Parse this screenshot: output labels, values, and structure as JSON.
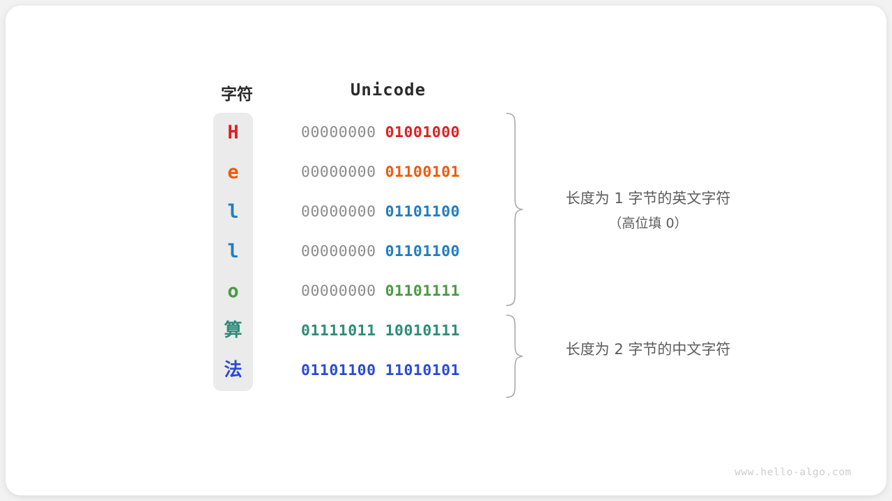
{
  "headers": {
    "character": "字符",
    "unicode": "Unicode"
  },
  "colors": {
    "red": "#e02020",
    "orange": "#ec5b10",
    "blue": "#1f7dc4",
    "green": "#4a9a44",
    "teal": "#2e8b7a",
    "royal_blue": "#2a4bd6",
    "gray_prefix": "#8b8b8b",
    "cell_background": "#ebebeb",
    "annotation": "#5c5c5c",
    "card_background": "#ffffff",
    "page_background": "#f2f2f2",
    "watermark": "#cdcdcd"
  },
  "rows": [
    {
      "char": "H",
      "high_byte": "00000000",
      "low_byte": "01001000",
      "color": "#e02020",
      "high_bold": false,
      "cjk": false
    },
    {
      "char": "e",
      "high_byte": "00000000",
      "low_byte": "01100101",
      "color": "#ec5b10",
      "high_bold": false,
      "cjk": false
    },
    {
      "char": "l",
      "high_byte": "00000000",
      "low_byte": "01101100",
      "color": "#1f7dc4",
      "high_bold": false,
      "cjk": false
    },
    {
      "char": "l",
      "high_byte": "00000000",
      "low_byte": "01101100",
      "color": "#1f7dc4",
      "high_bold": false,
      "cjk": false
    },
    {
      "char": "o",
      "high_byte": "00000000",
      "low_byte": "01101111",
      "color": "#4a9a44",
      "high_bold": false,
      "cjk": false
    },
    {
      "char": "算",
      "high_byte": "01111011",
      "low_byte": "10010111",
      "color": "#2e8b7a",
      "high_bold": true,
      "cjk": true
    },
    {
      "char": "法",
      "high_byte": "01101100",
      "low_byte": "11010101",
      "color": "#2a4bd6",
      "high_bold": true,
      "cjk": true
    }
  ],
  "annotations": {
    "group_one": {
      "main": "长度为 1 字节的英文字符",
      "sub": "（高位填 0）"
    },
    "group_two": {
      "main": "长度为 2 字节的中文字符"
    }
  },
  "watermark": "www.hello-algo.com"
}
